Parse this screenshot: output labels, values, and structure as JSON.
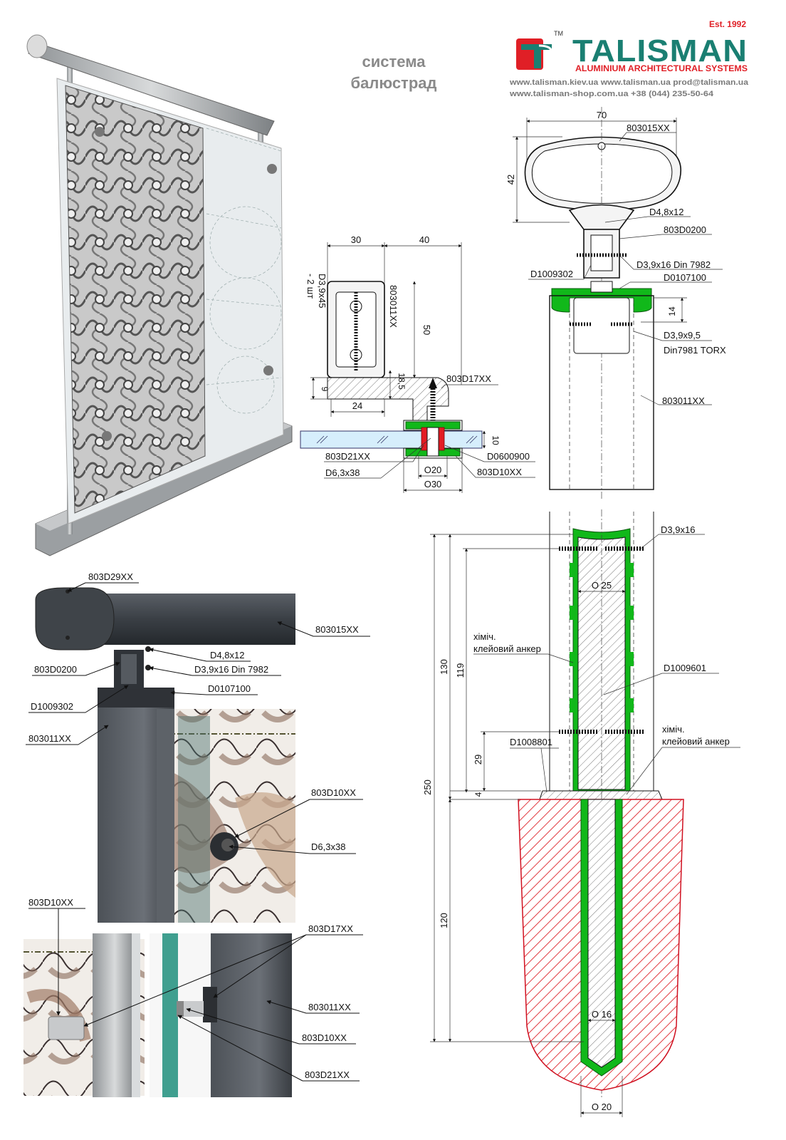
{
  "header": {
    "title_line1": "система",
    "title_line2": "балюстрад",
    "est": "Est. 1992",
    "brand": "TALISMAN",
    "tm": "TM",
    "tagline": "ALUMINIUM ARCHITECTURAL SYSTEMS",
    "contact_line1": "www.talisman.kiev.ua  www.talisman.ua prod@talisman.ua",
    "contact_line2": "www.talisman-shop.com.ua      +38 (044) 235-50-64",
    "colors": {
      "brand_teal": "#1a7f72",
      "brand_red": "#e01f26"
    }
  },
  "rail_section": {
    "width_dim": "70",
    "height_dim": "42",
    "labels": {
      "handrail": "803015XX",
      "screw_top": "D4,8x12",
      "adapter": "803D0200",
      "screw_din": "D3,9x16  Din 7982",
      "left_part": "D1009302",
      "cap": "D0107100",
      "depth_dim": "14",
      "screw_torx_1": "D3,9x9,5",
      "screw_torx_2": "Din7981 TORX",
      "post": "803011XX"
    }
  },
  "post_section": {
    "dims": {
      "w1": "30",
      "w2": "40",
      "h": "50",
      "d9": "9",
      "d185": "18,5",
      "w24": "24",
      "d10": "10",
      "o20": "O20",
      "o30": "O30"
    },
    "labels": {
      "screw_pair_1": "D3,9x45",
      "screw_pair_2": "- 2 шт",
      "post_vertical": "803011XX",
      "bracket": "803D17XX",
      "washer": "803D21XX",
      "sleeve": "D0600900",
      "screw_bolt": "D6,3x38",
      "holder": "803D10XX"
    }
  },
  "anchor_section": {
    "dims": {
      "d250": "250",
      "d130": "130",
      "d119": "119",
      "d29": "29",
      "d4": "4",
      "d120": "120",
      "o25": "O 25",
      "o16": "O 16",
      "o20": "O 20"
    },
    "labels": {
      "screw_top": "D3,9x16",
      "chem_left_1": "хіміч.",
      "chem_left_2": "клейовий анкер",
      "insert": "D1009601",
      "chem_right_1": "хіміч.",
      "chem_right_2": "клейовий анкер",
      "base_plate": "D1008801"
    }
  },
  "photo_callouts": {
    "end_cap": "803D29XX",
    "handrail": "803015XX",
    "screw_top": "D4,8x12",
    "adapter": "803D0200",
    "screw_din": "D3,9x16  Din 7982",
    "cap": "D0107100",
    "left_part": "D1009302",
    "post": "803011XX",
    "holder": "803D10XX",
    "bolt": "D6,3x38"
  },
  "bottom_callouts": {
    "holder_left": "803D10XX",
    "bracket": "803D17XX",
    "post": "803011XX",
    "holder": "803D10XX",
    "washer": "803D21XX"
  }
}
